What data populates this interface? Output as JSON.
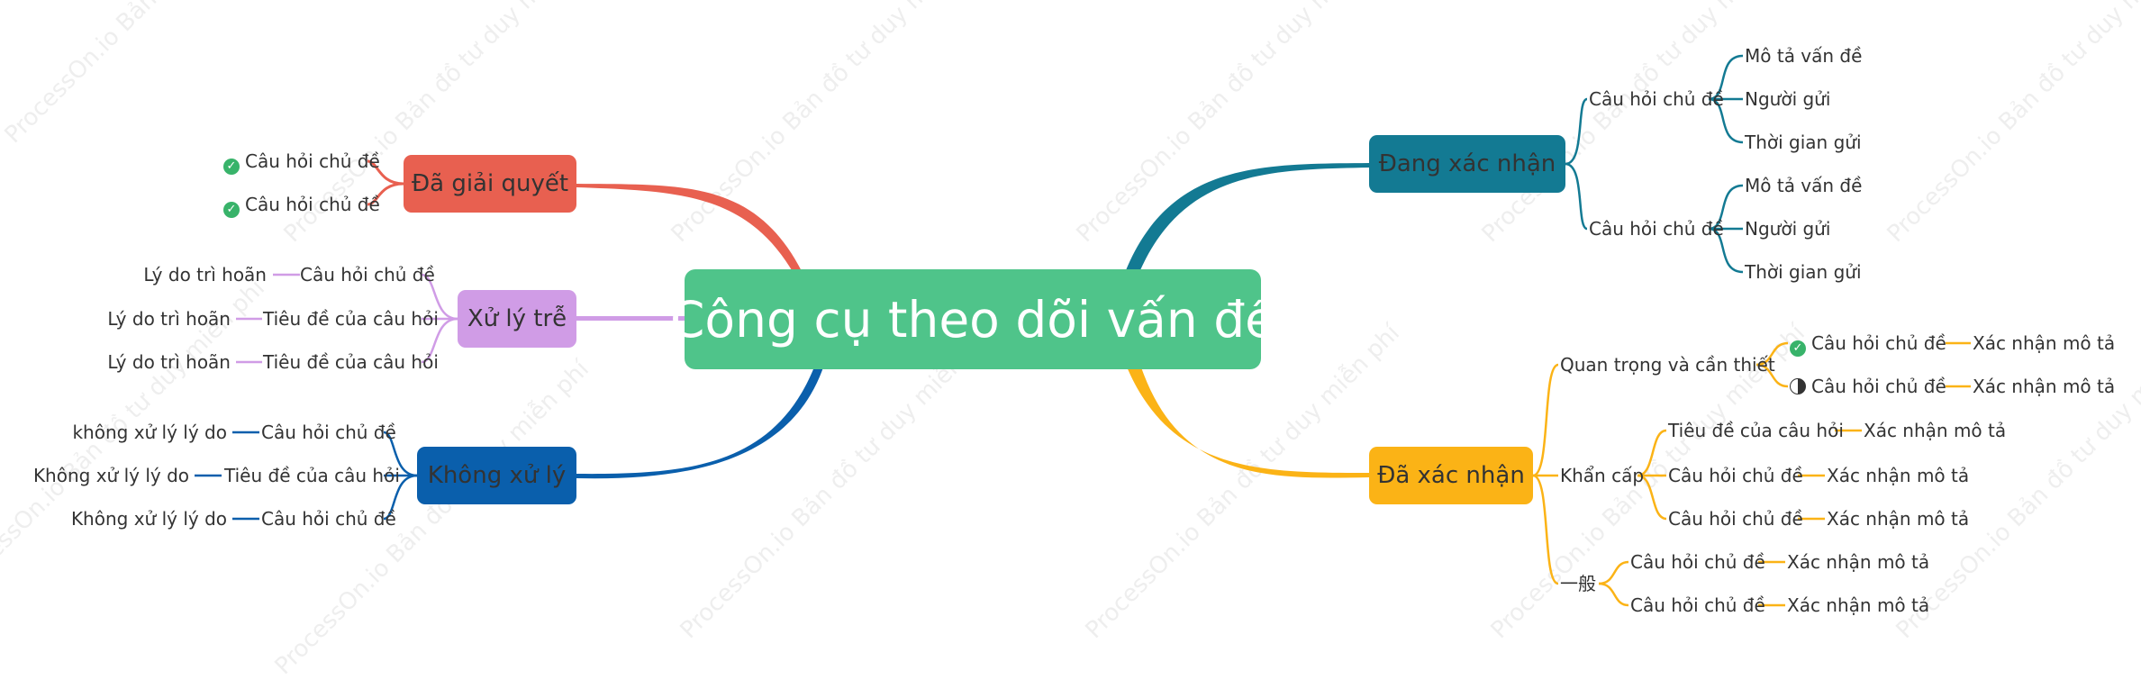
{
  "root": {
    "label": "Công cụ theo dõi vấn đề"
  },
  "watermark": "ProcessOn.io Bản đồ tư duy miễn phí",
  "colors": {
    "root": "#4fc48a",
    "resolved": "#e86050",
    "delay": "#d09ce6",
    "none": "#0a5fac",
    "confirming": "#137a93",
    "confirmed": "#fbb316"
  },
  "resolved": {
    "label": "Đã giải quyết",
    "items": [
      "Câu hỏi chủ đề",
      "Câu hỏi chủ đề"
    ]
  },
  "delay": {
    "label": "Xử lý trễ",
    "items": [
      {
        "title": "Câu hỏi chủ đề",
        "reason": "Lý do trì hoãn"
      },
      {
        "title": "Tiêu đề của câu hỏi",
        "reason": "Lý do trì hoãn"
      },
      {
        "title": "Tiêu đề của câu hỏi",
        "reason": "Lý do trì hoãn"
      }
    ]
  },
  "none": {
    "label": "Không xử lý",
    "items": [
      {
        "title": "Câu hỏi chủ đề",
        "reason": "không xử lý lý do"
      },
      {
        "title": "Tiêu đề của câu hỏi",
        "reason": "Không xử lý lý do"
      },
      {
        "title": "Câu hỏi chủ đề",
        "reason": "Không xử lý lý do"
      }
    ]
  },
  "confirming": {
    "label": "Đang xác nhận",
    "groups": [
      {
        "title": "Câu hỏi chủ đề",
        "details": [
          "Mô tả vấn đề",
          "Người gửi",
          "Thời gian gửi"
        ]
      },
      {
        "title": "Câu hỏi chủ đề",
        "details": [
          "Mô tả vấn đề",
          "Người gửi",
          "Thời gian gửi"
        ]
      }
    ]
  },
  "confirmed": {
    "label": "Đã xác nhận",
    "groups": [
      {
        "title": "Quan trọng và cần thiết",
        "items": [
          {
            "title": "Câu hỏi chủ đề",
            "action": "Xác nhận mô tả",
            "status": "check-icon"
          },
          {
            "title": "Câu hỏi chủ đề",
            "action": "Xác nhận mô tả",
            "status": "half-circle-icon"
          }
        ]
      },
      {
        "title": "Khẩn cấp",
        "items": [
          {
            "title": "Tiêu đề của câu hỏi",
            "action": "Xác nhận mô tả"
          },
          {
            "title": "Câu hỏi chủ đề",
            "action": "Xác nhận mô tả"
          },
          {
            "title": "Câu hỏi chủ đề",
            "action": "Xác nhận mô tả"
          }
        ]
      },
      {
        "title": "一般",
        "items": [
          {
            "title": "Câu hỏi chủ đề",
            "action": "Xác nhận mô tả"
          },
          {
            "title": "Câu hỏi chủ đề",
            "action": "Xác nhận mô tả"
          }
        ]
      }
    ]
  }
}
